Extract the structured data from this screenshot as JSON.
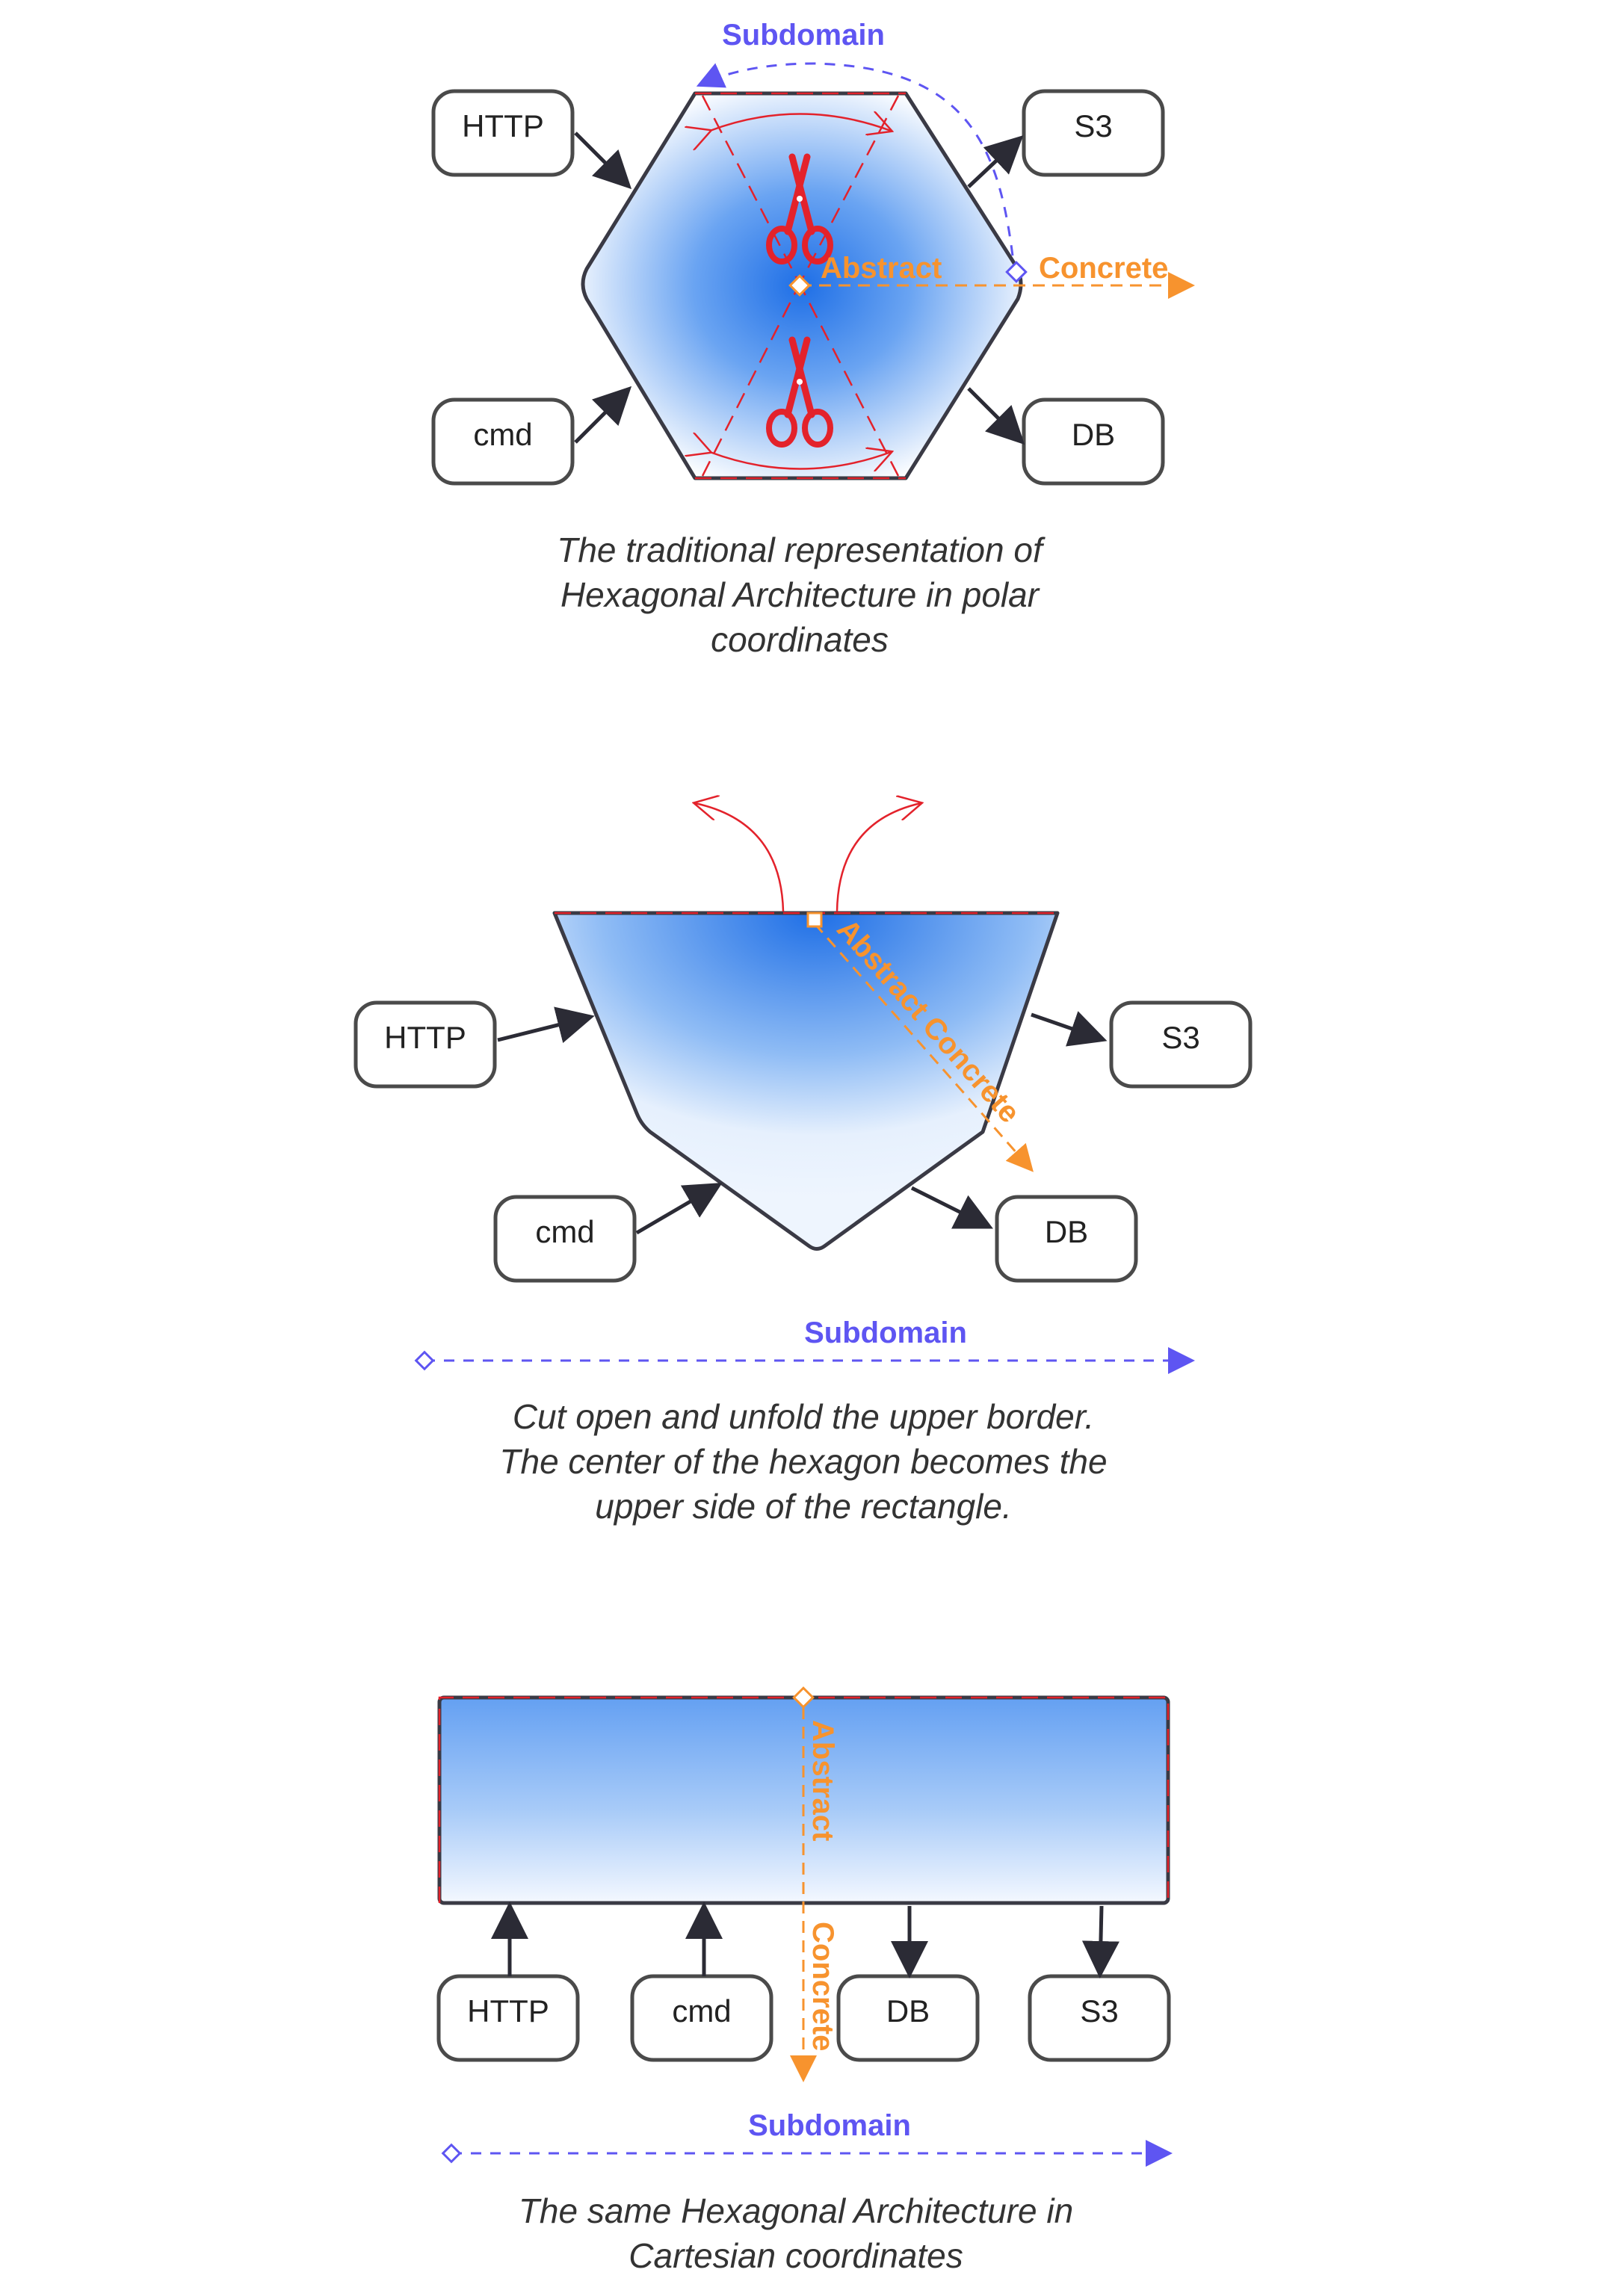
{
  "section1": {
    "title_purple": "Subdomain",
    "abstract_label": "Abstract",
    "concrete_label": "Concrete",
    "boxes": {
      "http": "HTTP",
      "cmd": "cmd",
      "s3": "S3",
      "db": "DB"
    },
    "caption": [
      "The traditional representation of",
      "Hexagonal Architecture in polar",
      "coordinates"
    ]
  },
  "section2": {
    "abstract_concrete_label": "Abstract Concrete",
    "subdomain_label": "Subdomain",
    "boxes": {
      "http": "HTTP",
      "cmd": "cmd",
      "s3": "S3",
      "db": "DB"
    },
    "caption": [
      "Cut open and unfold the upper border.",
      "The center of the hexagon becomes the",
      "upper side of the rectangle."
    ]
  },
  "section3": {
    "abstract_label": "Abstract",
    "concrete_label": "Concrete",
    "subdomain_label": "Subdomain",
    "boxes": {
      "http": "HTTP",
      "cmd": "cmd",
      "db": "DB",
      "s3": "S3"
    },
    "caption": [
      "The same Hexagonal Architecture in",
      "Cartesian coordinates"
    ]
  },
  "colors": {
    "abstract_concrete": "#f7932e",
    "subdomain": "#5e55f2",
    "cut_lines": "#e3222b",
    "shape_fill": "#1f6fe6"
  },
  "icons": [
    "scissors-icon"
  ]
}
